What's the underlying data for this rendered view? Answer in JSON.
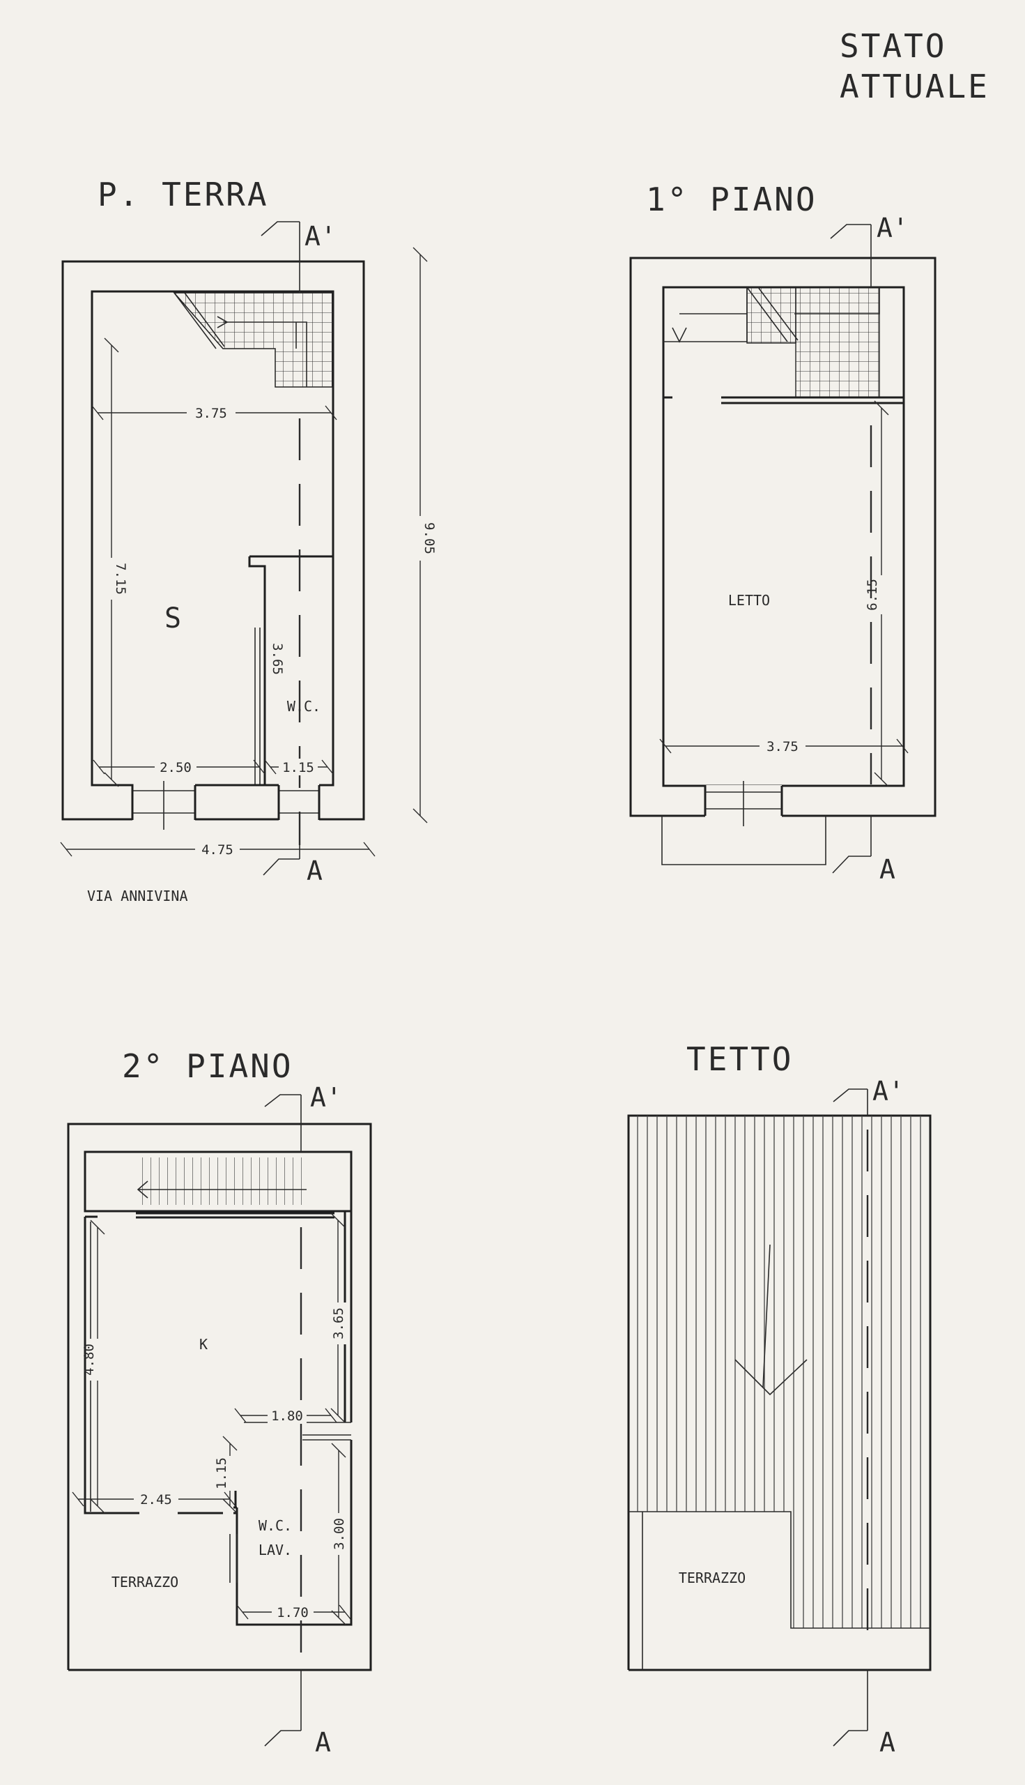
{
  "header": {
    "line1": "STATO",
    "line2": "ATTUALE"
  },
  "plans": {
    "ground": {
      "title": "P. TERRA",
      "room_main": "S",
      "room_wc": "W.C.",
      "street": "VIA ANNIVINA",
      "dims": {
        "width_inner": "3.75",
        "height": "7.15",
        "total_height": "9.05",
        "wc_height": "3.65",
        "d_left": "2.50",
        "d_right": "1.15",
        "total_width": "4.75"
      },
      "section_top": "A'",
      "section_bottom": "A"
    },
    "first": {
      "title": "1° PIANO",
      "room_main": "LETTO",
      "dims": {
        "height": "6.15",
        "width_inner": "3.75"
      },
      "section_top": "A'",
      "section_bottom": "A"
    },
    "second": {
      "title": "2° PIANO",
      "room_main": "K",
      "room_wc_line1": "W.C.",
      "room_wc_line2": "LAV.",
      "terrace": "TERRAZZO",
      "dims": {
        "height_left": "4.80",
        "height_right": "3.65",
        "wc_width": "1.80",
        "small_h": "1.15",
        "d_left": "2.45",
        "wc_height": "3.00",
        "wc_bottom": "1.70"
      },
      "section_top": "A'",
      "section_bottom": "A"
    },
    "roof": {
      "title": "TETTO",
      "terrace": "TERRAZZO",
      "section_top": "A'",
      "section_bottom": "A"
    }
  }
}
